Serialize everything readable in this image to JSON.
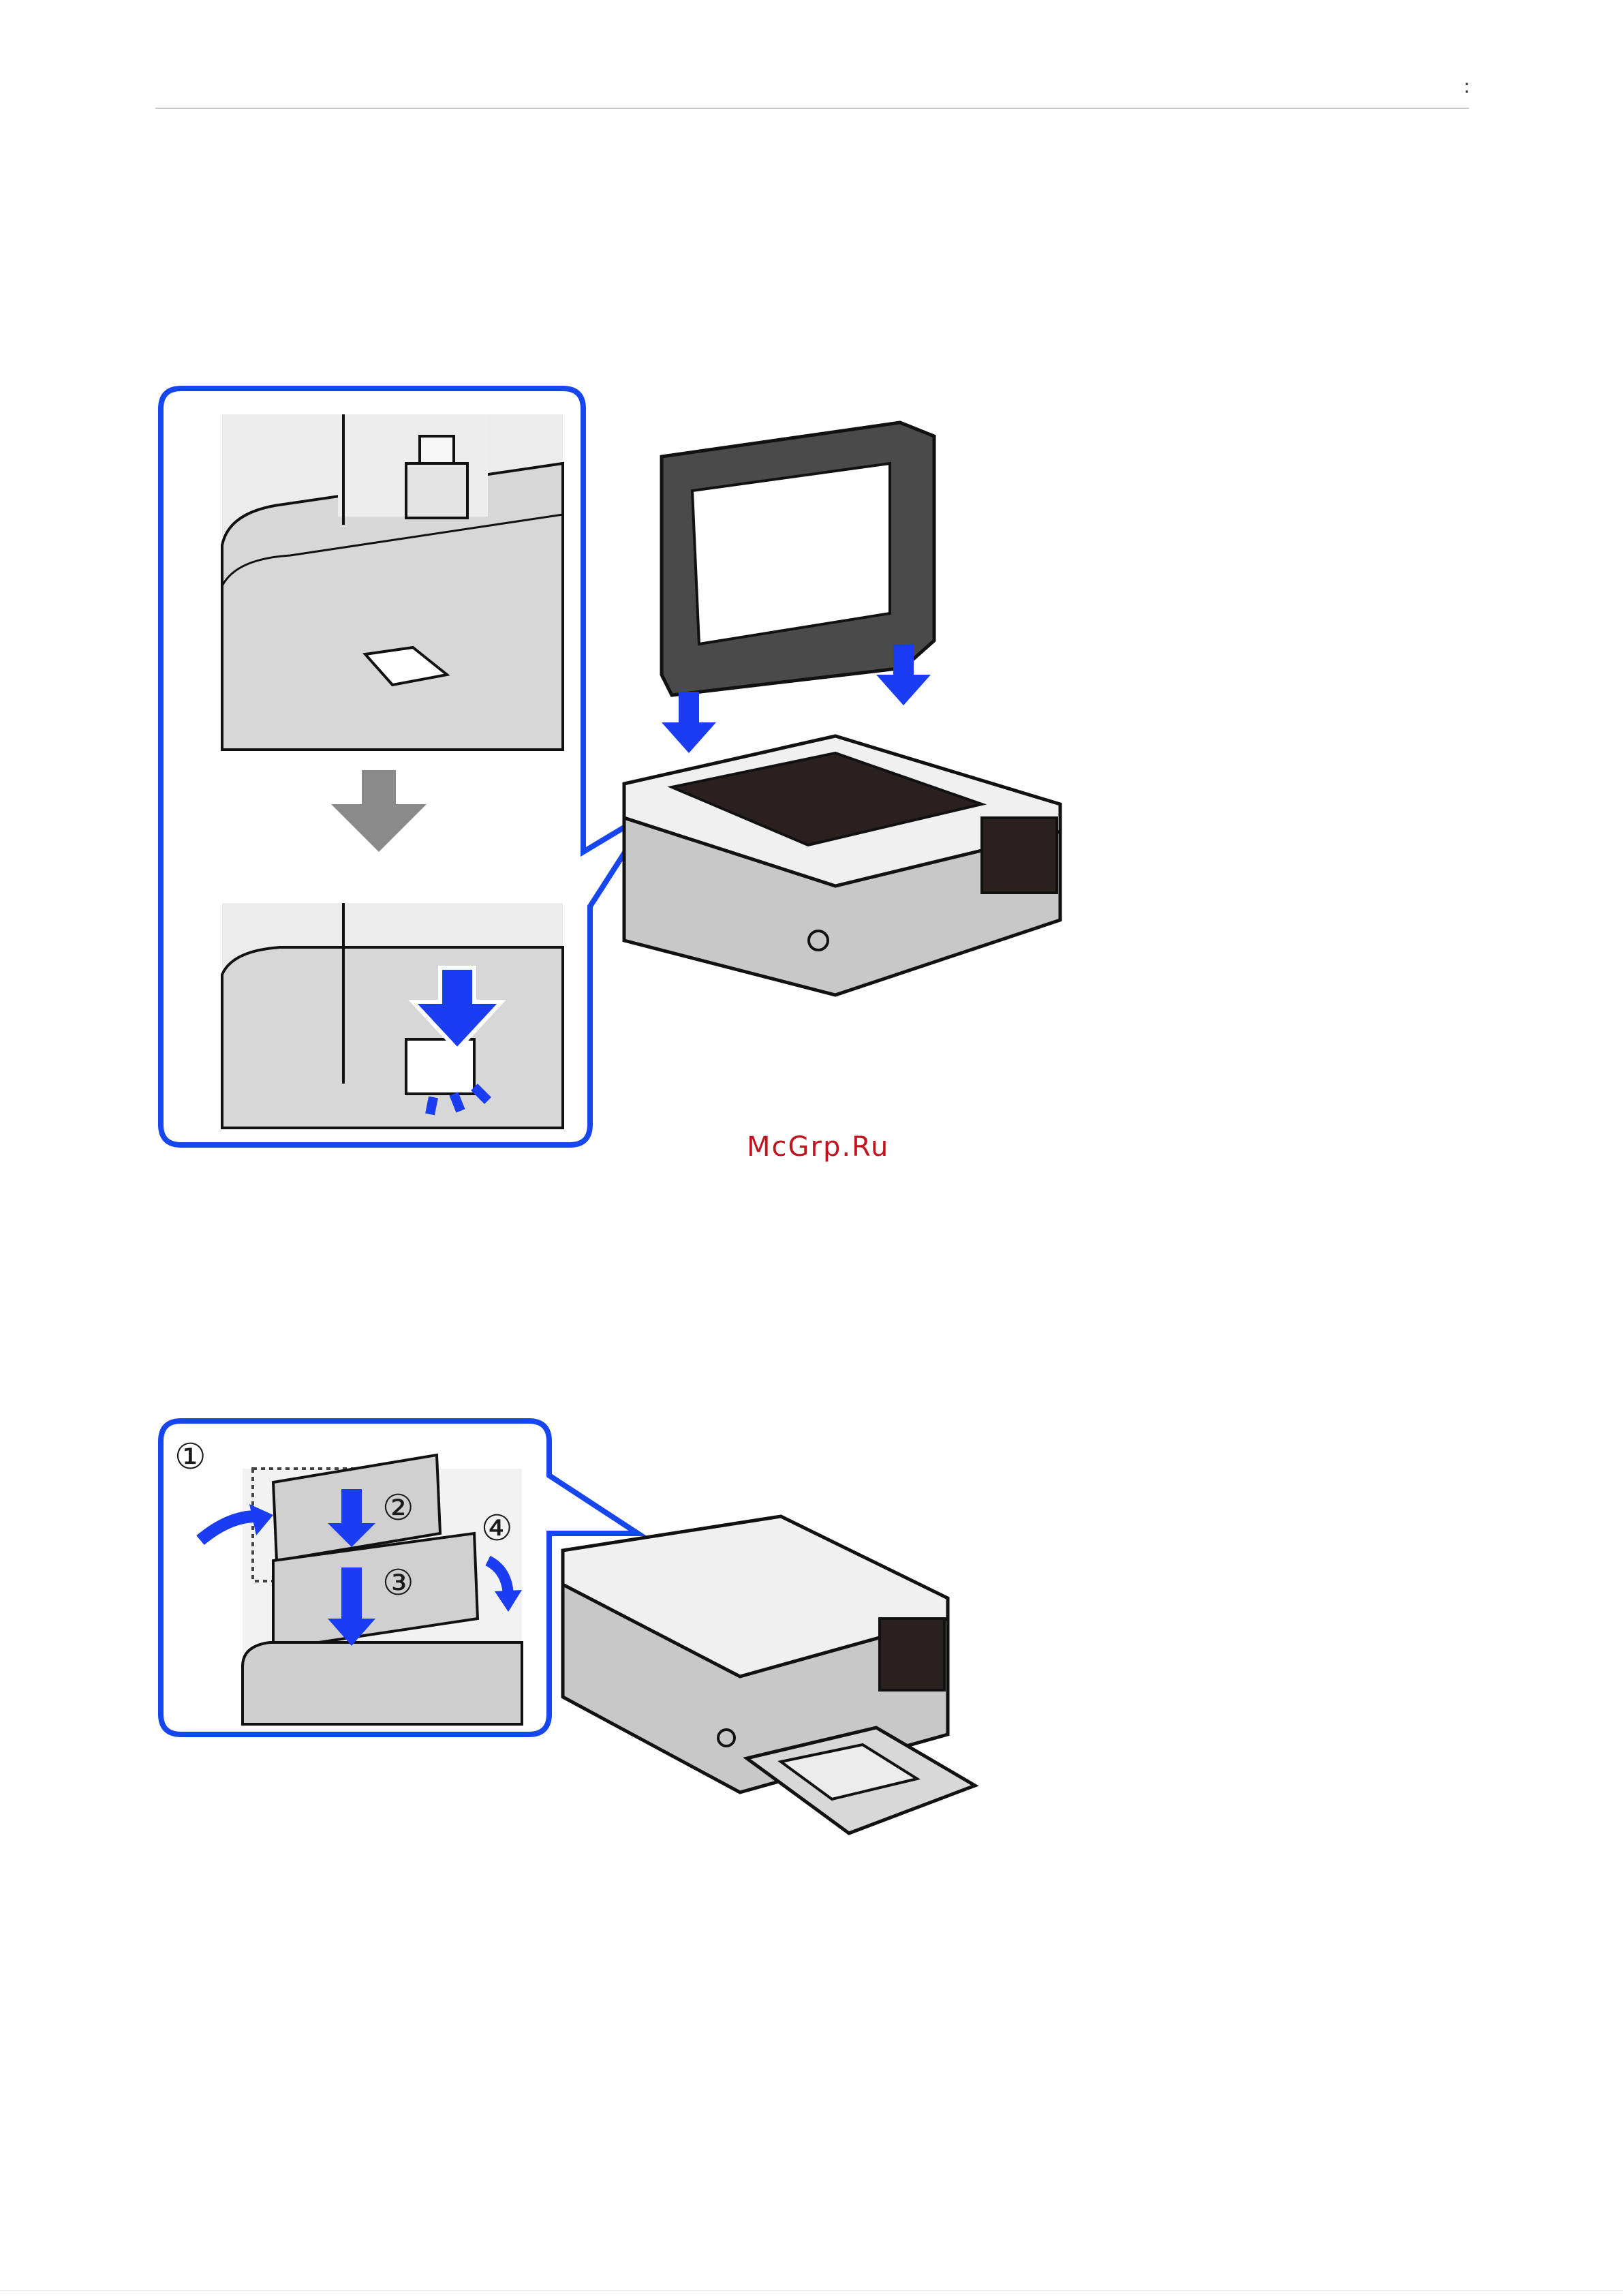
{
  "header": {
    "mark": ":"
  },
  "watermark": {
    "text": "McGrp.Ru"
  },
  "figure2": {
    "steps": [
      {
        "label": "①"
      },
      {
        "label": "②"
      },
      {
        "label": "③"
      },
      {
        "label": "④"
      }
    ]
  },
  "colors": {
    "callout_blue": "#1646f0",
    "arrow_blue": "#1a3cf2",
    "arrow_gray": "#8a8a8a",
    "watermark_red": "#c0141e"
  }
}
